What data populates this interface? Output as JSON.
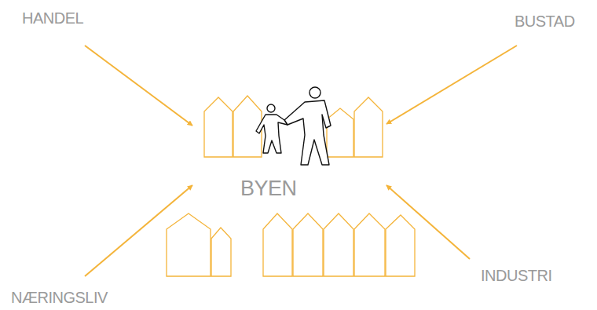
{
  "diagram": {
    "labels": [
      "HANDEL",
      "BUSTAD",
      "BYEN",
      "NÆRINGSLIV",
      "INDUSTRI"
    ]
  }
}
